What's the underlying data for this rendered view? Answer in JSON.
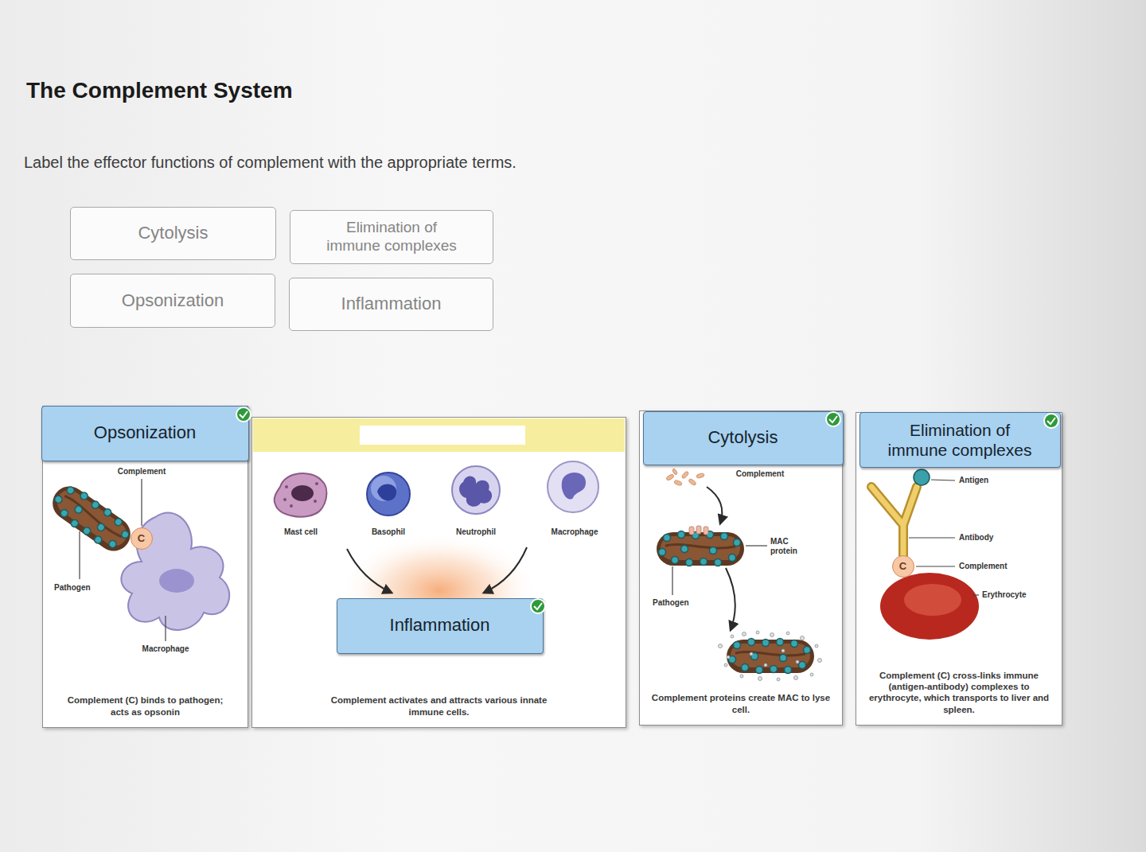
{
  "diagram": {
    "title": "The Complement System",
    "nodes": [
      {
        "text": [
          "Cytolysis"
        ]
      },
      {
        "text": [
          "Elimination of immune complexes"
        ]
      },
      {
        "text": [
          "Opsonization"
        ]
      },
      {
        "text": [
          "Inflammation"
        ]
      },
      {
        "text": [
          "Complement (C) binds to pathogen; acts as opsonin"
        ]
      },
      {
        "text": [
          "Opsonization"
        ],
        "in": 4
      },
      {
        "text": [
          "C"
        ],
        "in": 4
      },
      {
        "text": [
          "Complement activates and attracts various innate immune cells."
        ]
      },
      {
        "text": [
          "Inflammation"
        ],
        "in": 7
      },
      {
        "text": [
          "Complement proteins create MAC to lyse cell."
        ]
      },
      {
        "text": [
          "Cytolysis"
        ],
        "in": 9
      },
      {
        "text": [
          "Complement (C) cross-links immune (antigen-antibody) complexes to erythrocyte, which transports to liver and spleen."
        ]
      },
      {
        "text": [
          "Elimination of immune complexes"
        ],
        "in": 11
      },
      {
        "text": [
          "C"
        ],
        "in": 11
      }
    ],
    "labels": [
      "Label the effector functions of complement with the appropriate terms.",
      "Complement",
      "Pathogen",
      "Macrophage",
      "Mast cell",
      "Basophil",
      "Neutrophil",
      "Macrophage",
      "Complement",
      "MAC protein",
      "Pathogen",
      "Antigen",
      "Antibody",
      "Complement",
      "Erythrocyte"
    ]
  }
}
